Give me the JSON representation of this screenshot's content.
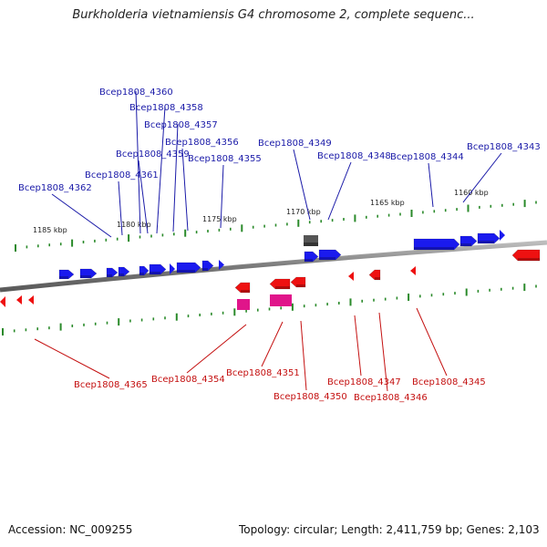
{
  "title": "Burkholderia vietnamiensis G4 chromosome 2, complete sequenc...",
  "footer": {
    "accession": "Accession: NC_009255",
    "summary": "Topology: circular; Length: 2,411,759 bp; Genes: 2,103"
  },
  "colors": {
    "forward_gene": "#1a1aee",
    "reverse_gene": "#ee1111",
    "rna_gene": "#e0158a",
    "other_gene": "#555555",
    "backbone": "#888888",
    "tick": "#2a8a2a",
    "forward_label": "#1a1aa8",
    "reverse_label": "#c41010"
  },
  "scale_labels": [
    "1185 kbp",
    "1180 kbp",
    "1175 kbp",
    "1170 kbp",
    "1165 kbp",
    "1160 kbp"
  ],
  "forward_labels": [
    "Bcep1808_4360",
    "Bcep1808_4358",
    "Bcep1808_4357",
    "Bcep1808_4356",
    "Bcep1808_4359",
    "Bcep1808_4355",
    "Bcep1808_4361",
    "Bcep1808_4362",
    "Bcep1808_4349",
    "Bcep1808_4348",
    "Bcep1808_4344",
    "Bcep1808_4343"
  ],
  "reverse_labels": [
    "Bcep1808_4365",
    "Bcep1808_4354",
    "Bcep1808_4351",
    "Bcep1808_4350",
    "Bcep1808_4347",
    "Bcep1808_4346",
    "Bcep1808_4345"
  ]
}
